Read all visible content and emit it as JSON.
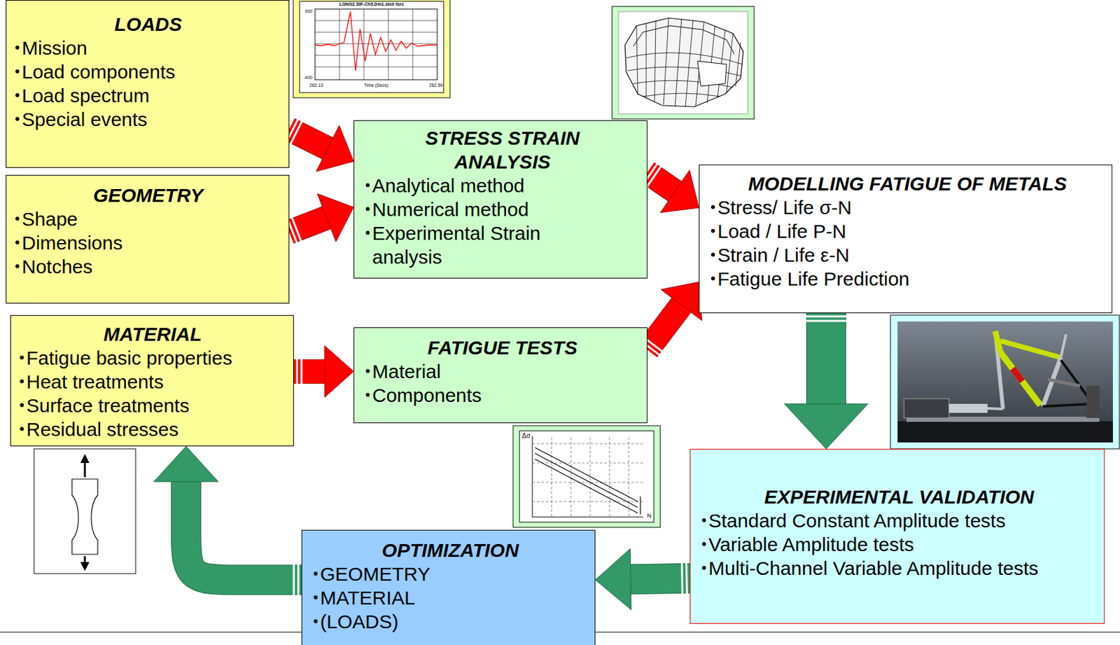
{
  "diagram": {
    "nodes": [
      {
        "text": [
          "LOADS",
          "Mission",
          "Load components",
          "Load spectrum",
          "Special events"
        ]
      },
      {
        "text": [
          "GEOMETRY",
          "Shape",
          "Dimensions",
          "Notches"
        ]
      },
      {
        "text": [
          "MATERIAL",
          "Fatigue basic properties",
          "Heat treatments",
          "Surface treatments",
          "Residual stresses"
        ]
      },
      {
        "text": [
          "STRESS STRAIN ANALYSIS",
          "Analytical method",
          "Numerical method",
          "Experimental Strain analysis"
        ]
      },
      {
        "text": [
          "FATIGUE TESTS",
          "Material",
          "Components"
        ]
      },
      {
        "text": [
          "MODELLING FATIGUE OF METALS",
          "Stress/ Life σ-N",
          "Load / Life P-N",
          "Strain / Life ε-N",
          "Fatigue Life Prediction"
        ]
      },
      {
        "text": [
          "EXPERIMENTAL VALIDATION",
          "Standard Constant Amplitude tests",
          "Variable Amplitude tests",
          "Multi-Channel Variable Amplitude tests"
        ]
      },
      {
        "text": [
          "OPTIMIZATION",
          "GEOMETRY",
          "MATERIAL",
          "(LOADS)"
        ]
      }
    ],
    "edges": [
      {
        "from": 0,
        "to": 3,
        "arrow": "to"
      },
      {
        "from": 1,
        "to": 3,
        "arrow": "to"
      },
      {
        "from": 2,
        "to": 4,
        "arrow": "to"
      },
      {
        "from": 3,
        "to": 5,
        "arrow": "to"
      },
      {
        "from": 4,
        "to": 5,
        "arrow": "to"
      },
      {
        "from": 5,
        "to": 6,
        "arrow": "to"
      },
      {
        "from": 6,
        "to": 7,
        "arrow": "to"
      },
      {
        "from": 7,
        "to": 2,
        "arrow": "to"
      }
    ],
    "labels": [
      "LONG2.SIF-Ch5.Dm1.steli forc",
      "900",
      "-400",
      "262.13",
      "Time (Secs)",
      "262.59",
      "Δσ",
      "N"
    ]
  }
}
